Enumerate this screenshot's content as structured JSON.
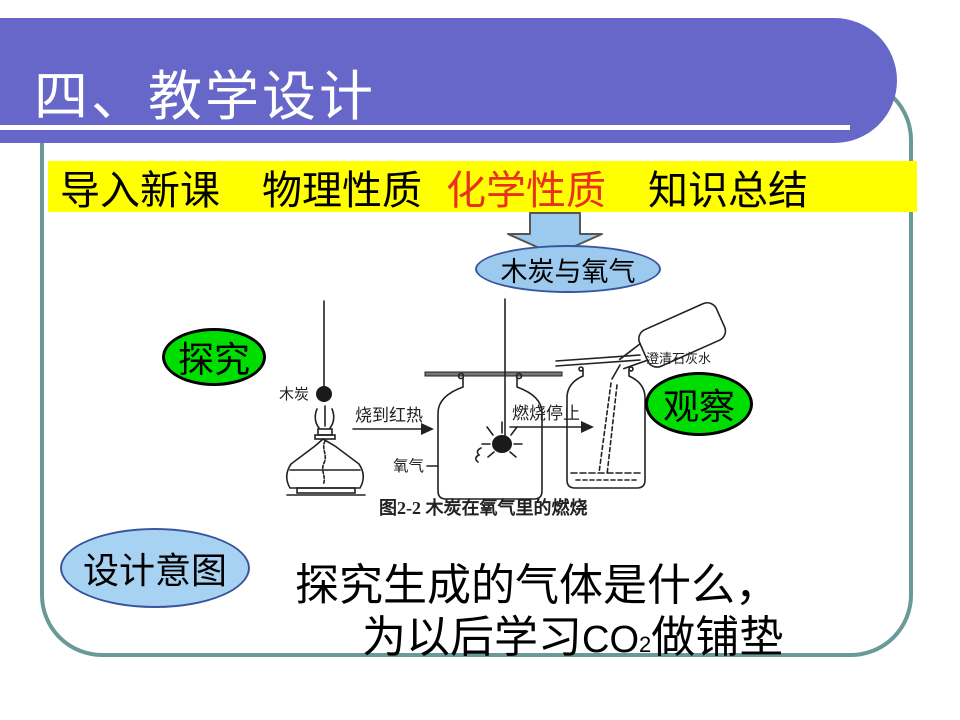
{
  "slide": {
    "title": "四、教学设计",
    "nav_items": [
      {
        "label": "导入新课",
        "highlight": false
      },
      {
        "label": "物理性质",
        "highlight": false
      },
      {
        "label": "化学性质",
        "highlight": true
      },
      {
        "label": "知识总结",
        "highlight": false
      }
    ],
    "topic_bubble": "木炭与氧气",
    "explore_label": "探究",
    "observe_label": "观察",
    "intent_label": "设计意图",
    "intent_line1": "探究生成的气体是什么，",
    "intent_line2": {
      "pre": "为以后学习",
      "formula": "CO",
      "subscript": "2",
      "post": "做铺垫"
    },
    "diagram": {
      "charcoal_label": "木炭",
      "oxygen_label": "氧气",
      "limewater_label": "澄清石灰水",
      "step1_label": "烧到红热",
      "step2_label": "燃烧停止",
      "caption": "图2-2  木炭在氧气里的燃烧"
    },
    "colors": {
      "banner_purple": "#6667c9",
      "frame_teal": "#6a9a98",
      "nav_bg": "#ffff00",
      "nav_highlight_red": "#e8311f",
      "bubble_blue": "#9cc9ee",
      "ellipse_green": "#00dd00"
    }
  }
}
